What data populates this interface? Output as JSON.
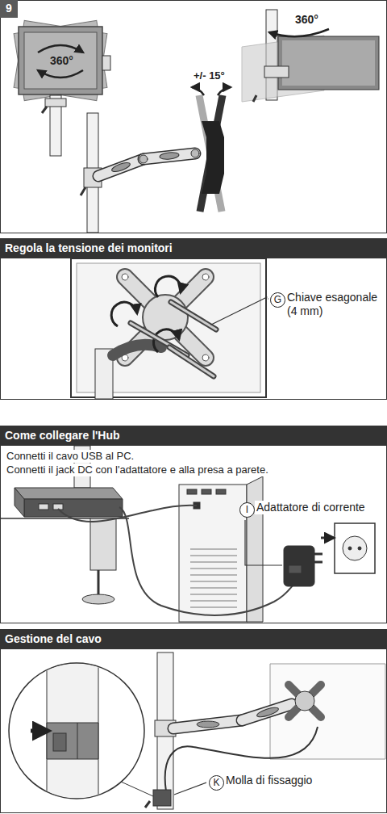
{
  "diagram": {
    "nodes": [
      {
        "text": [
          "9"
        ]
      },
      {
        "text": [
          "Regola la tensione dei monitori"
        ]
      },
      {
        "text": [
          "Come collegare l'Hub"
        ]
      },
      {
        "text": [
          "Gestione del cavo"
        ]
      }
    ],
    "labels": [
      "360°",
      "+/- 15°",
      "360°",
      "G",
      "Chiave esagonale (4 mm)",
      "Connetti il cavo USB al PC.",
      "Connetti il jack DC con l'adattatore e alla presa a parete.",
      "I",
      "Adattatore di corrente",
      "K",
      "Molla di fissaggio"
    ]
  }
}
